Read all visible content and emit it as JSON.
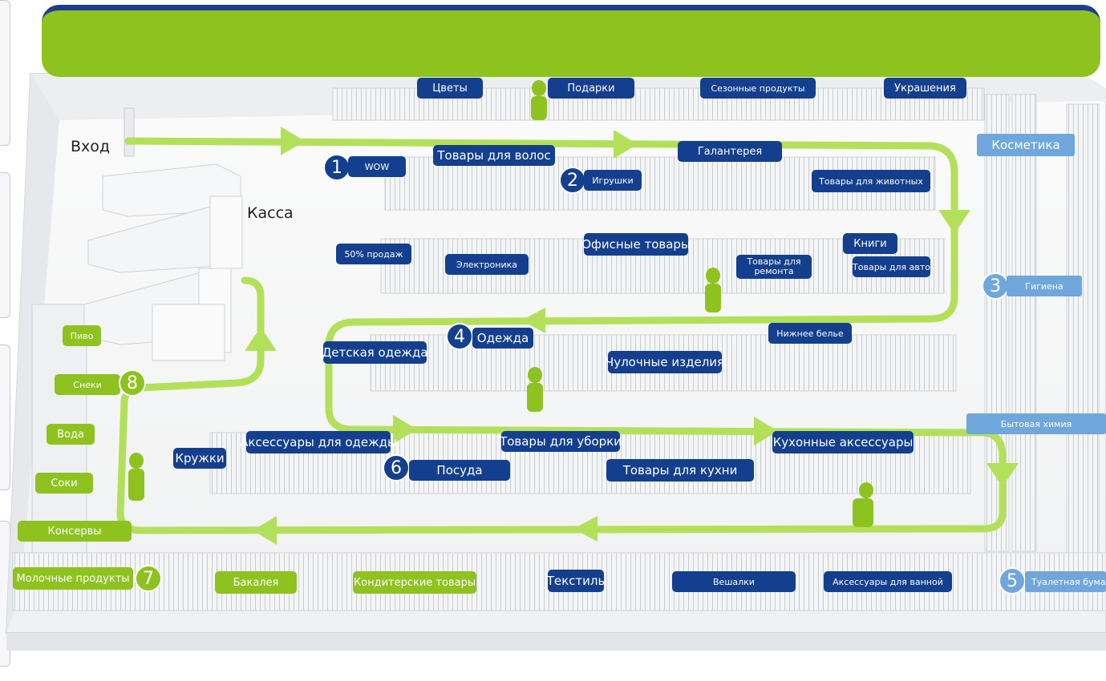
{
  "colors": {
    "dark_blue": "#133f8e",
    "green": "#8ec21f",
    "light_blue": "#6fa7dc",
    "route": "#b3e05a"
  },
  "entrance": {
    "label": "Вход"
  },
  "checkout": {
    "label": "Касса"
  },
  "markers": [
    "1",
    "2",
    "3",
    "4",
    "5",
    "6",
    "7",
    "8"
  ],
  "departments": {
    "flowers": "Цветы",
    "gifts": "Подарки",
    "seasonal": "Сезонные продукты",
    "jewelry": "Украшения",
    "cosmetics": "Косметика",
    "wow": "WOW",
    "hair": "Товары для волос",
    "toys": "Игрушки",
    "haberdashery": "Галантерея",
    "pets": "Товары для животных",
    "sale": "50% продаж",
    "electronics": "Электроника",
    "office": "Офисные товары",
    "repair": "Товары для ремонта",
    "books": "Книги",
    "auto": "Товары для авто",
    "hygiene": "Гигиена",
    "kids_clothes": "Детская одежда",
    "clothes": "Одежда",
    "underwear": "Нижнее белье",
    "hosiery": "Чулочные изделия",
    "household_chem": "Бытовая химия",
    "mugs": "Кружки",
    "clothes_acc": "Аксессуары для одежды",
    "cleaning": "Товары для уборки",
    "kitchen_acc": "Кухонные аксессуары",
    "dishes": "Посуда",
    "kitchen": "Товары для кухни",
    "beer": "Пиво",
    "snacks": "Снеки",
    "water": "Вода",
    "juices": "Соки",
    "canned": "Консервы",
    "dairy": "Молочные продукты",
    "grocery": "Бакалея",
    "confectionery": "Кондитерские товары",
    "textile": "Текстиль",
    "hangers": "Вешалки",
    "bath_acc": "Аксессуары для ванной",
    "toilet_paper": "Туалетная бумага"
  }
}
